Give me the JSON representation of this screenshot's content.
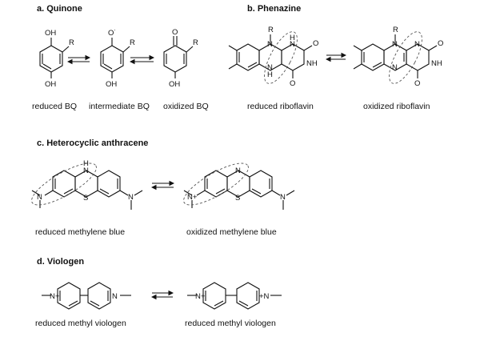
{
  "panels": {
    "quinone": {
      "title": "a. Quinone",
      "captions": [
        "reduced BQ",
        "intermediate BQ",
        "oxidized BQ"
      ]
    },
    "phenazine": {
      "title": "b. Phenazine",
      "captions": [
        "reduced riboflavin",
        "oxidized riboflavin"
      ]
    },
    "anthracene": {
      "title": "c. Heterocyclic anthracene",
      "captions": [
        "reduced methylene blue",
        "oxidized methylene blue"
      ]
    },
    "viologen": {
      "title": "d. Viologen",
      "captions": [
        "reduced methyl viologen",
        "reduced methyl viologen"
      ]
    }
  },
  "atom_labels": {
    "oh": "OH",
    "r": "R",
    "o": "O",
    "o_radical": "O˙",
    "n": "N",
    "h": "H",
    "nh": "NH",
    "s": "S",
    "n_plus": "N+",
    "plus_n": "+N"
  },
  "colors": {
    "ink": "#111111",
    "dashed_highlight": "#555555"
  }
}
